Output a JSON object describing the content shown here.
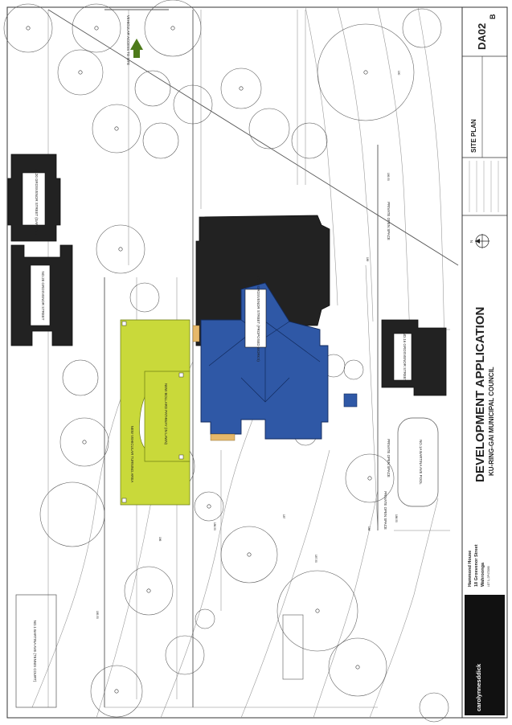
{
  "title_block": {
    "firm_name": "carolynnesddick",
    "project_name": "Hammond House",
    "project_address": "18 Grosvenor Street",
    "project_suburb": "Wahroonga",
    "project_lot": "LOT 1, DP472080",
    "application_heading": "DEVELOPMENT APPLICATION",
    "council": "KU-RING-GAI MUNICIPAL COUNCIL",
    "sheet_title": "SITE PLAN",
    "drawing_number": "DA02",
    "revision": "B",
    "north_label": "N"
  },
  "plan_labels": {
    "no20_garage": "NO.20 GROSVENOR STREET (GARAGE)",
    "no20": "NO.20 GROSVENOR STREET",
    "no18": "NO.18 GROSVENOR STREET (PROPOSED WORKS)",
    "no16": "NO.16 GROSVENOR STREET",
    "no1_tennis": "NO.1 BARTINA AVE (TENNIS COURT)",
    "no1a_pool": "NO.1A BARTINA AVE POOL",
    "private_open_space_1": "PRIVATE OPEN SPACE",
    "private_open_space_2": "PRIVATE OPEN SPACE",
    "private_open_space_3": "PRIVATE OPEN SPACE",
    "new_vehicular": "NEW VEHICULAR TURNING AREA",
    "new_bollard": "NEW BOLLARD PATHWAY (IN LAWN)",
    "vehicular_access": "VEHICULAR ACCESS TO SITE"
  },
  "levels": [
    "185.50",
    "186",
    "186.50",
    "187",
    "187.50",
    "188",
    "188.50",
    "189",
    "189.50",
    "190"
  ]
}
